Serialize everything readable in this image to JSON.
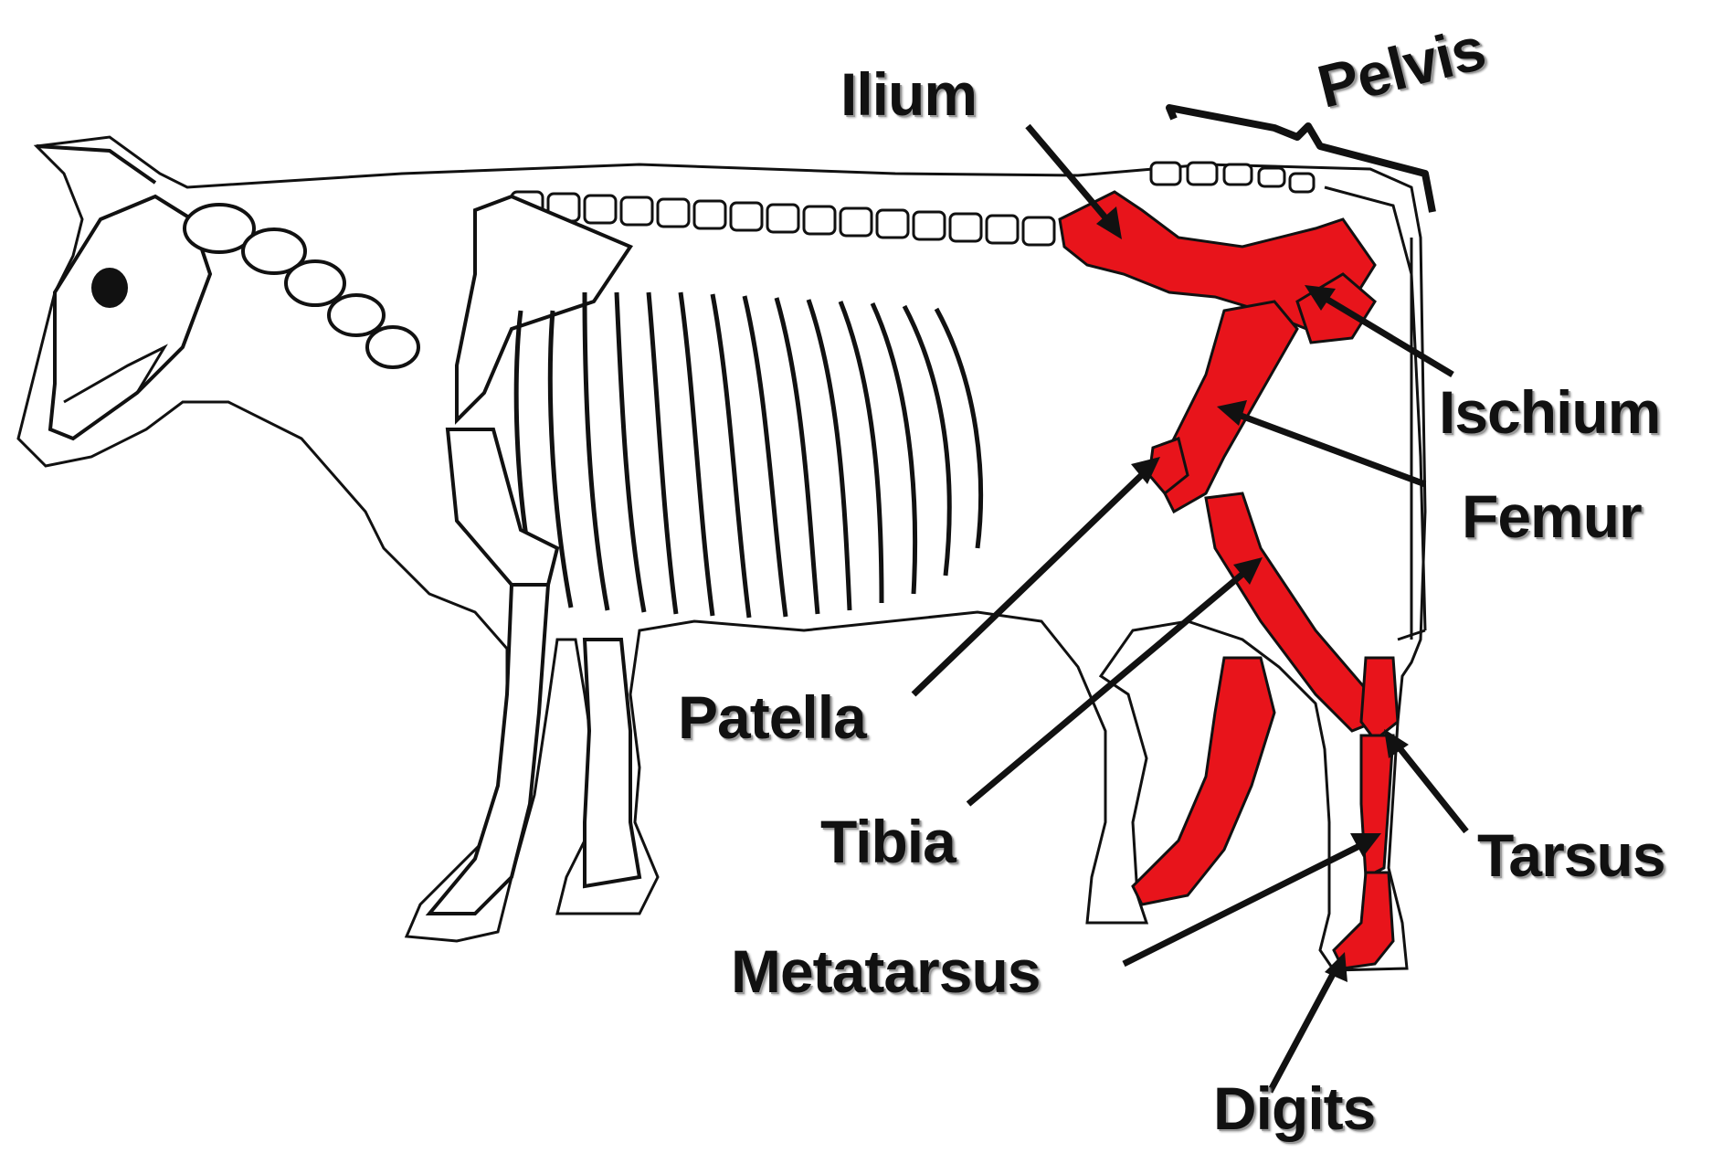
{
  "diagram": {
    "highlight_color": "#e8141b",
    "outline_color": "#111111",
    "labels": {
      "pelvis": "Pelvis",
      "ilium": "Ilium",
      "ischium": "Ischium",
      "femur": "Femur",
      "patella": "Patella",
      "tibia": "Tibia",
      "tarsus": "Tarsus",
      "metatarsus": "Metatarsus",
      "digits": "Digits"
    }
  }
}
